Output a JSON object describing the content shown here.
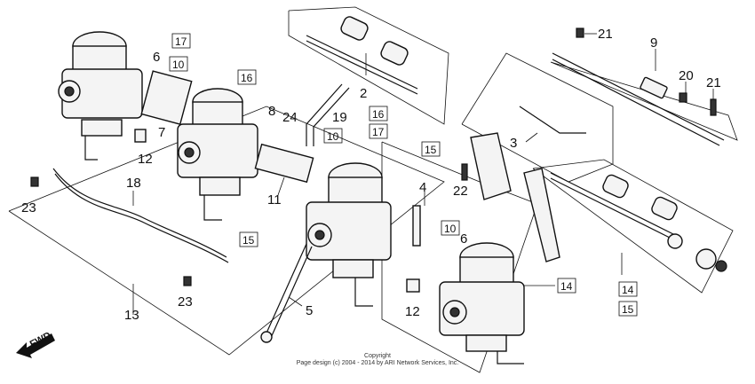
{
  "diagram": {
    "callouts": {
      "c21a": "21",
      "c9": "9",
      "c20": "20",
      "c21b": "21",
      "c6a": "6",
      "c2": "2",
      "c7": "7",
      "c8": "8",
      "c24": "24",
      "c19": "19",
      "c3": "3",
      "c12a": "12",
      "c18": "18",
      "c11": "11",
      "c4": "4",
      "c22": "22",
      "c6b": "6",
      "c23a": "23",
      "c23b": "23",
      "c13": "13",
      "c5": "5",
      "c12b": "12"
    },
    "boxed": {
      "b17a": "17",
      "b10a": "10",
      "b16a": "16",
      "b16b": "16",
      "b17b": "17",
      "b10b": "10",
      "b15a": "15",
      "b15b": "15",
      "b10c": "10",
      "b14a": "14",
      "b14b": "14",
      "b15c": "15"
    },
    "direction_label": "FWD",
    "copyright_line1": "Copyright",
    "copyright_line2": "Page design (c) 2004 - 2014 by ARI Network Services, Inc."
  }
}
